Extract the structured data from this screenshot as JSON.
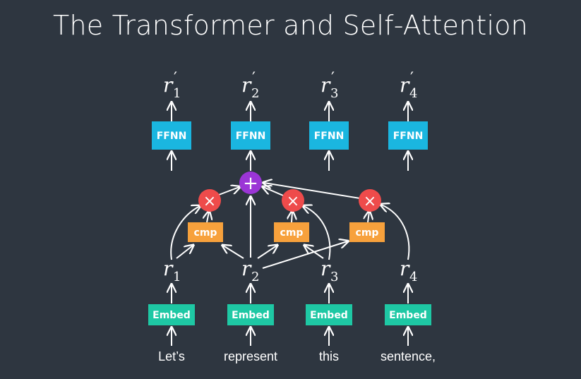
{
  "title": "The Transformer and Self-Attention",
  "outputs": [
    {
      "base": "r",
      "prime": "′",
      "sub": "1"
    },
    {
      "base": "r",
      "prime": "′",
      "sub": "2"
    },
    {
      "base": "r",
      "prime": "′",
      "sub": "3"
    },
    {
      "base": "r",
      "prime": "′",
      "sub": "4"
    }
  ],
  "ffnn_label": "FFNN",
  "cmp_label": "cmp",
  "embed_label": "Embed",
  "reps": [
    {
      "base": "r",
      "sub": "1"
    },
    {
      "base": "r",
      "sub": "2"
    },
    {
      "base": "r",
      "sub": "3"
    },
    {
      "base": "r",
      "sub": "4"
    }
  ],
  "words": [
    "Let’s",
    "represent",
    "this",
    "sentence,"
  ],
  "symbols": {
    "sum": "+",
    "multiply": "×"
  },
  "colors": {
    "background": "#2e3640",
    "ffnn": "#1ab6e0",
    "embed": "#1ec8a4",
    "cmp": "#f7a13c",
    "multiply": "#ee4b4b",
    "sum": "#9b35d6",
    "arrow": "#ffffff"
  }
}
